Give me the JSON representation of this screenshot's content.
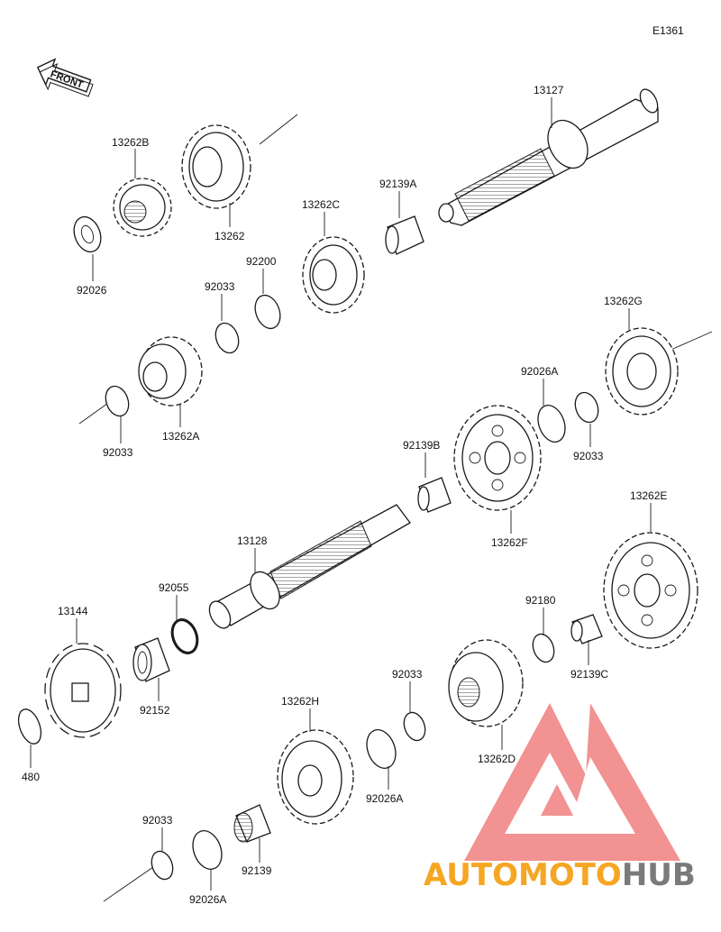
{
  "diagram_code": "E1361",
  "front_badge": "FRONT",
  "parts": {
    "p13127": "13127",
    "p13262B": "13262B",
    "p13262": "13262",
    "p92026_top": "92026",
    "p13262C": "13262C",
    "p92139A": "92139A",
    "p92200": "92200",
    "p92033_a": "92033",
    "p13262A": "13262A",
    "p92033_b": "92033",
    "p13262G": "13262G",
    "p92026A_a": "92026A",
    "p92033_c": "92033",
    "p92139B": "92139B",
    "p13262F": "13262F",
    "p13128": "13128",
    "p13262E": "13262E",
    "p92055": "92055",
    "p13144": "13144",
    "p92152": "92152",
    "p92180": "92180",
    "p92139C": "92139C",
    "p92033_d": "92033",
    "p13262H": "13262H",
    "p480": "480",
    "p92026A_b": "92026A",
    "p13262D": "13262D",
    "p92033_e": "92033",
    "p92139": "92139",
    "p92026A_c": "92026A"
  },
  "watermark": {
    "part1": "AUTO",
    "part2": "MOTO",
    "part3": "HUB",
    "color_orange": "#f5a623",
    "color_red": "#f08080",
    "color_gray": "#7a7a7a"
  }
}
